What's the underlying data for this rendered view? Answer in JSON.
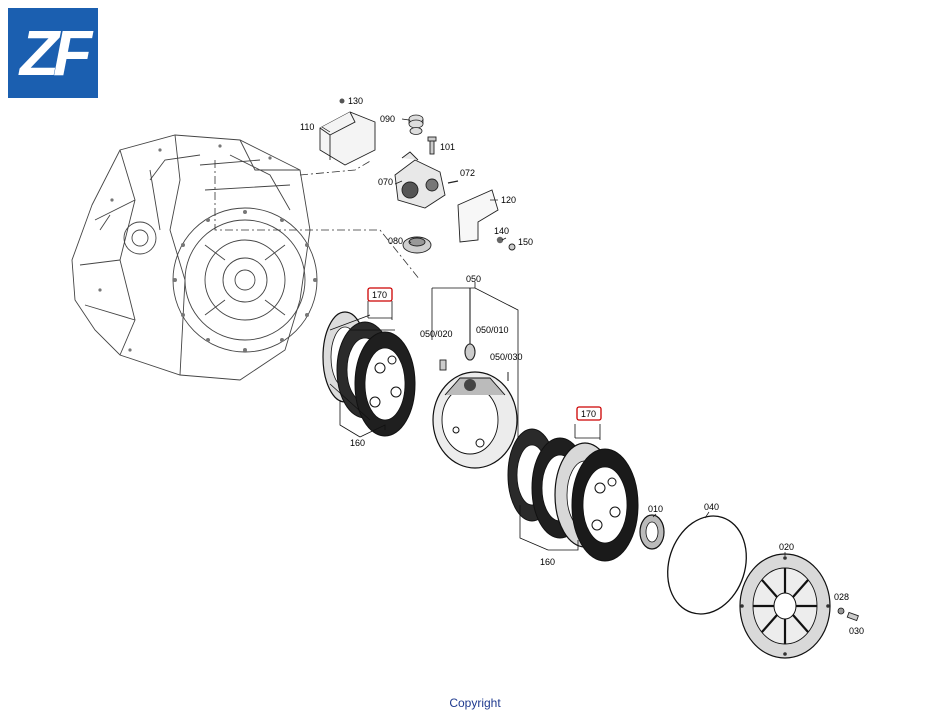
{
  "brand": {
    "logo_text": "ZF",
    "color": "#1b5fb0"
  },
  "highlight_color": "#cc0000",
  "footer": {
    "copyright": "Copyright"
  },
  "parts": {
    "p130": "130",
    "p110": "110",
    "p090": "090",
    "p101": "101",
    "p070": "070",
    "p072": "072",
    "p120": "120",
    "p140": "140",
    "p150": "150",
    "p080": "080",
    "p050": "050",
    "p050_020": "050/020",
    "p050_010": "050/010",
    "p050_030": "050/030",
    "p170_left": "170",
    "p160_left": "160",
    "p170_right": "170",
    "p160_right": "160",
    "p010": "010",
    "p040": "040",
    "p020": "020",
    "p028": "028",
    "p030": "030"
  }
}
